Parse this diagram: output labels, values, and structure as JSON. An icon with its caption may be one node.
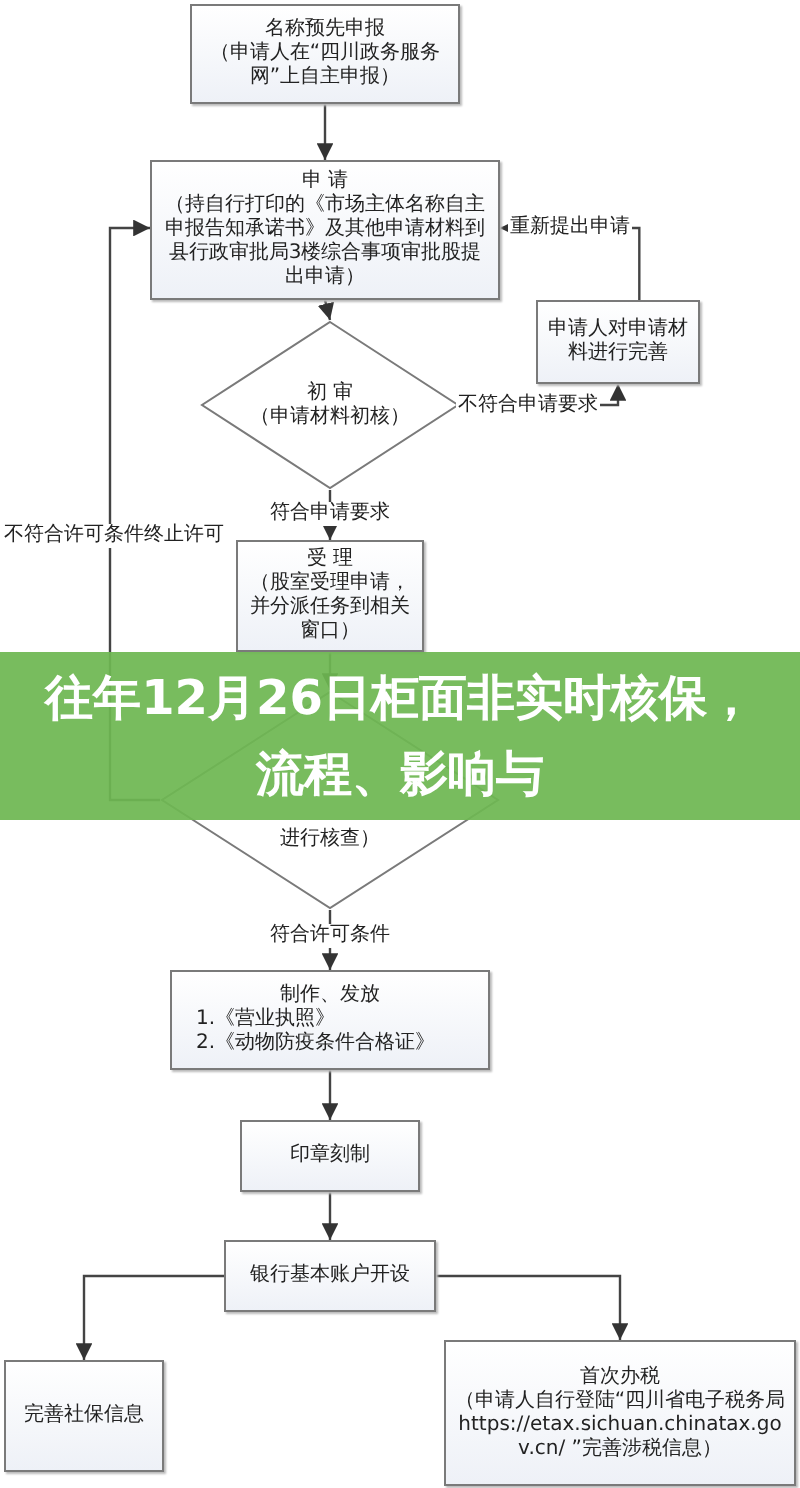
{
  "diagram": {
    "title": "往年12月26日柜面非实时核保，流程、影响与",
    "nodes": [
      {
        "text": [
          "名称预先申报",
          "（申请人在“四川政务服务网”上自主申报）"
        ]
      },
      {
        "text": [
          "申 请",
          "（持自行打印的《市场主体名称自主申报告知承诺书》及其他申请材料到县行政审批局3楼综合事项审批股提出申请）"
        ]
      },
      {
        "text": [
          "初 审",
          "（申请材料初核）"
        ]
      },
      {
        "text": [
          "申请人对申请材料进行完善"
        ]
      },
      {
        "text": [
          "受 理",
          "（股室受理申请，并分派任务到相关窗口）"
        ]
      },
      {
        "text": [
          "进行核查）"
        ]
      },
      {
        "text": [
          "制作、发放",
          "1.《营业执照》",
          "2.《动物防疫条件合格证》"
        ]
      },
      {
        "text": [
          "印章刻制"
        ]
      },
      {
        "text": [
          "银行基本账户开设"
        ]
      },
      {
        "text": [
          "完善社保信息"
        ]
      },
      {
        "text": [
          "首次办税",
          "（申请人自行登陆“四川省电子税务局 https://etax.sichuan.chinatax.gov.cn/ ”完善涉税信息）"
        ]
      }
    ],
    "edges": [
      {
        "from": 0,
        "to": 1,
        "arrow": "to"
      },
      {
        "from": 1,
        "to": 2,
        "arrow": "to"
      },
      {
        "from": 2,
        "to": 3,
        "arrow": "to",
        "label": "不符合申请要求"
      },
      {
        "from": 3,
        "to": 1,
        "arrow": "to",
        "label": "重新提出申请"
      },
      {
        "from": 2,
        "to": 4,
        "arrow": "to",
        "label": "符合申请要求"
      },
      {
        "from": 4,
        "to": 5,
        "arrow": "to"
      },
      {
        "from": 5,
        "to": 6,
        "arrow": "to",
        "label": "符合许可条件"
      },
      {
        "from": 5,
        "to": 1,
        "arrow": "to",
        "label": "不符合许可条件终止许可"
      },
      {
        "from": 6,
        "to": 7,
        "arrow": "to"
      },
      {
        "from": 7,
        "to": 8,
        "arrow": "to"
      },
      {
        "from": 8,
        "to": 9,
        "arrow": "to"
      },
      {
        "from": 8,
        "to": 10,
        "arrow": "to"
      }
    ]
  }
}
